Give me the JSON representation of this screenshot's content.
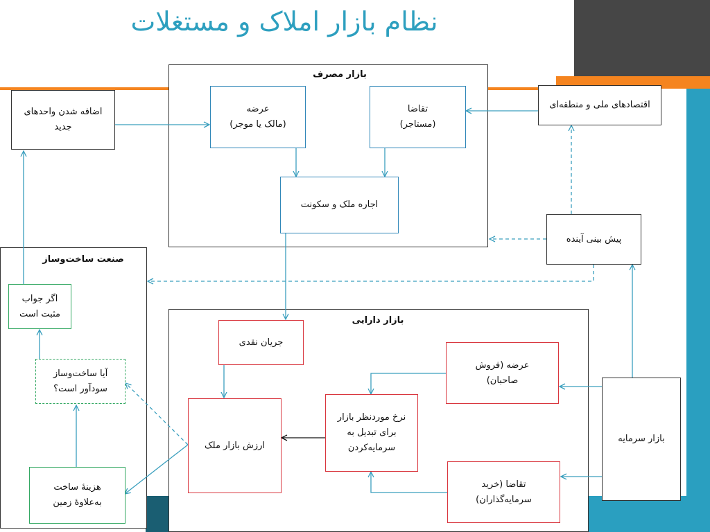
{
  "title": "نظام بازار املاک و مستغلات",
  "colors": {
    "title": "#2d9fbf",
    "arrow": "#3a9fbe",
    "blue_border": "#2f86b8",
    "red_border": "#d9363e",
    "green_border": "#33a862",
    "orange_band": "#f5841f",
    "teal_band": "#2a9fc0",
    "dark_band": "#1a5e72",
    "dark_square": "#464646"
  },
  "containers": {
    "consumption_market": "بازار مصرف",
    "construction_industry": "صنعت ساخت‌وساز",
    "asset_market": "بازار دارایی"
  },
  "nodes": {
    "new_units": [
      "اضافه شدن واحدهای",
      "جدید"
    ],
    "supply_consumption": [
      "عرضه",
      "(مالک یا موجر)"
    ],
    "demand_consumption": [
      "تقاضا",
      "(مستاجر)"
    ],
    "national_economies": [
      "اقتصادهای ملی و منطقه‌ای"
    ],
    "rent_occupancy": [
      "اجاره ملک و سکونت"
    ],
    "forecast": [
      "پیش بینی آینده"
    ],
    "if_yes": [
      "اگر جواب",
      "مثبت است"
    ],
    "profitable": [
      "آیا ساخت‌وساز",
      "سودآور است؟"
    ],
    "construction_cost": [
      "هزینهٔ ساخت",
      "به‌علاوهٔ زمین"
    ],
    "cash_flow": [
      "جریان نقدی"
    ],
    "property_value": [
      "ارزش بازار ملک"
    ],
    "cap_rate": [
      "نرخ موردنظر بازار",
      "برای تبدیل به",
      "سرمایه‌کردن"
    ],
    "supply_asset": [
      "عرضه (فروش",
      "صاحبان)"
    ],
    "demand_asset": [
      "تقاضا (خرید",
      "سرمایه‌گذاران)"
    ],
    "capital_market": [
      "بازار سرمایه"
    ]
  }
}
